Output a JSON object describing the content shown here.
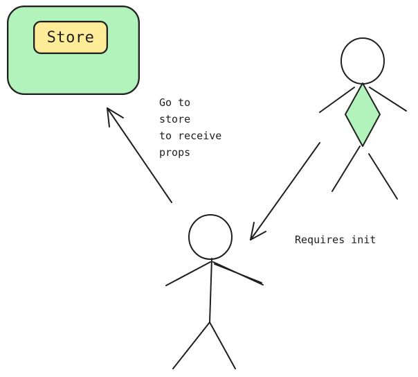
{
  "colors": {
    "container_fill": "#b2f2bb",
    "label_fill": "#ffec99",
    "diamond_fill": "#b2f2bb",
    "stroke": "#1e1e1e"
  },
  "store": {
    "label": "Store"
  },
  "notes": {
    "go_to_store": "Go to\nstore\nto receive\nprops",
    "requires_init": "Requires init"
  }
}
